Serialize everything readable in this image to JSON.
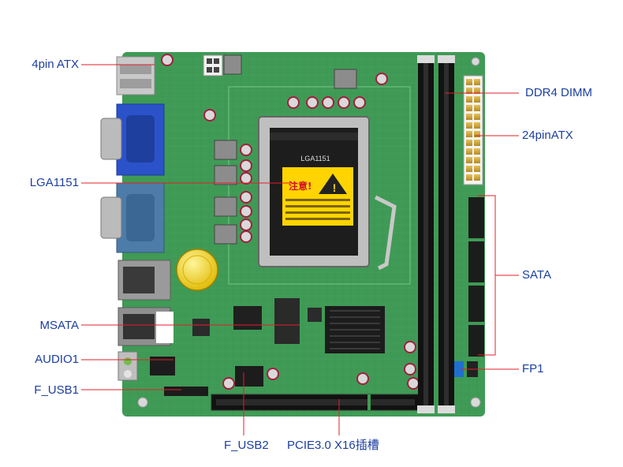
{
  "colors": {
    "label": "#1c3fa0",
    "leader": "#e0202a",
    "pcb": "#3f9a55",
    "pcb_dark": "#2d7a40"
  },
  "board": {
    "socket_top_text": "LGA1151",
    "warning_title": "注意!"
  },
  "labels": {
    "atx4": "4pin ATX",
    "lga": "LGA1151",
    "msata": "MSATA",
    "audio": "AUDIO1",
    "fusb1": "F_USB1",
    "fusb2": "F_USB2",
    "pcie": "PCIE3.0 X16插槽",
    "ddr4": "DDR4 DIMM",
    "atx24": "24pinATX",
    "sata": "SATA",
    "fp1": "FP1"
  }
}
